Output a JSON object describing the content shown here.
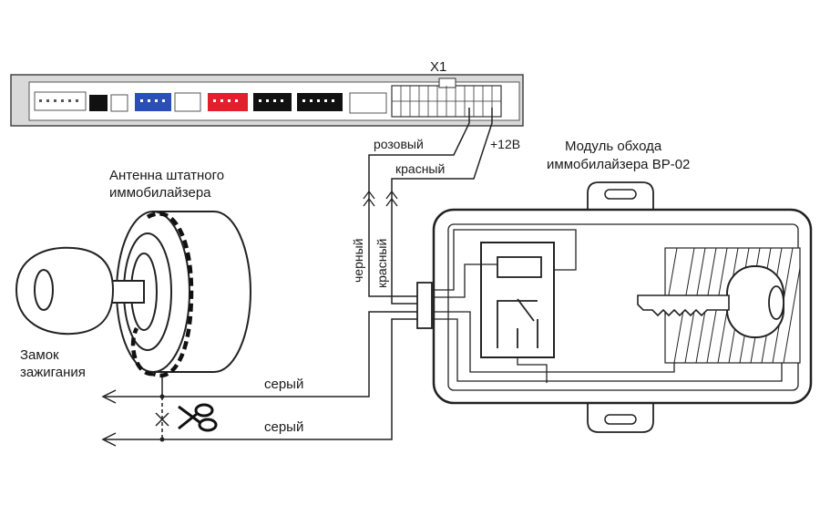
{
  "connector": {
    "label": "X1"
  },
  "wires": {
    "pink": "розовый",
    "red": "красный",
    "power": "+12В",
    "black_vertical": "черный",
    "red_vertical": "красный",
    "gray_top": "серый",
    "gray_bottom": "серый"
  },
  "antenna": {
    "line1": "Антенна штатного",
    "line2": "иммобилайзера"
  },
  "module": {
    "line1": "Модуль обхода",
    "line2": "иммобилайзера BP-02"
  },
  "ignition": {
    "line1": "Замок",
    "line2": "зажигания"
  },
  "colors": {
    "connector_blue": "#2b4fb8",
    "connector_red": "#e0202a",
    "connector_black": "#111111",
    "line": "#222222",
    "frame_gray": "#d9d9d9"
  },
  "icons": [
    "scissors-icon",
    "cut-mark-icon",
    "arrow-left-icon",
    "key-icon",
    "relay-icon"
  ]
}
